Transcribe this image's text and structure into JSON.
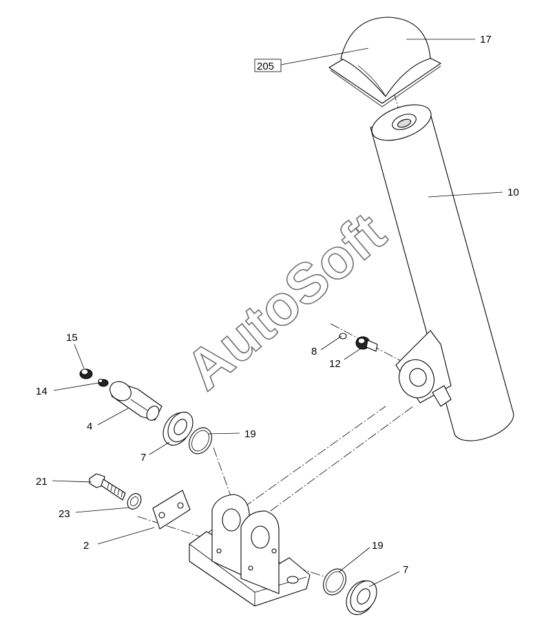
{
  "watermark": "AutoSoft",
  "callouts": {
    "c17": "17",
    "c205": "205",
    "c10": "10",
    "c15": "15",
    "c14": "14",
    "c4": "4",
    "c8": "8",
    "c12": "12",
    "c7a": "7",
    "c19a": "19",
    "c21": "21",
    "c23": "23",
    "c2": "2",
    "c19b": "19",
    "c7b": "7"
  }
}
